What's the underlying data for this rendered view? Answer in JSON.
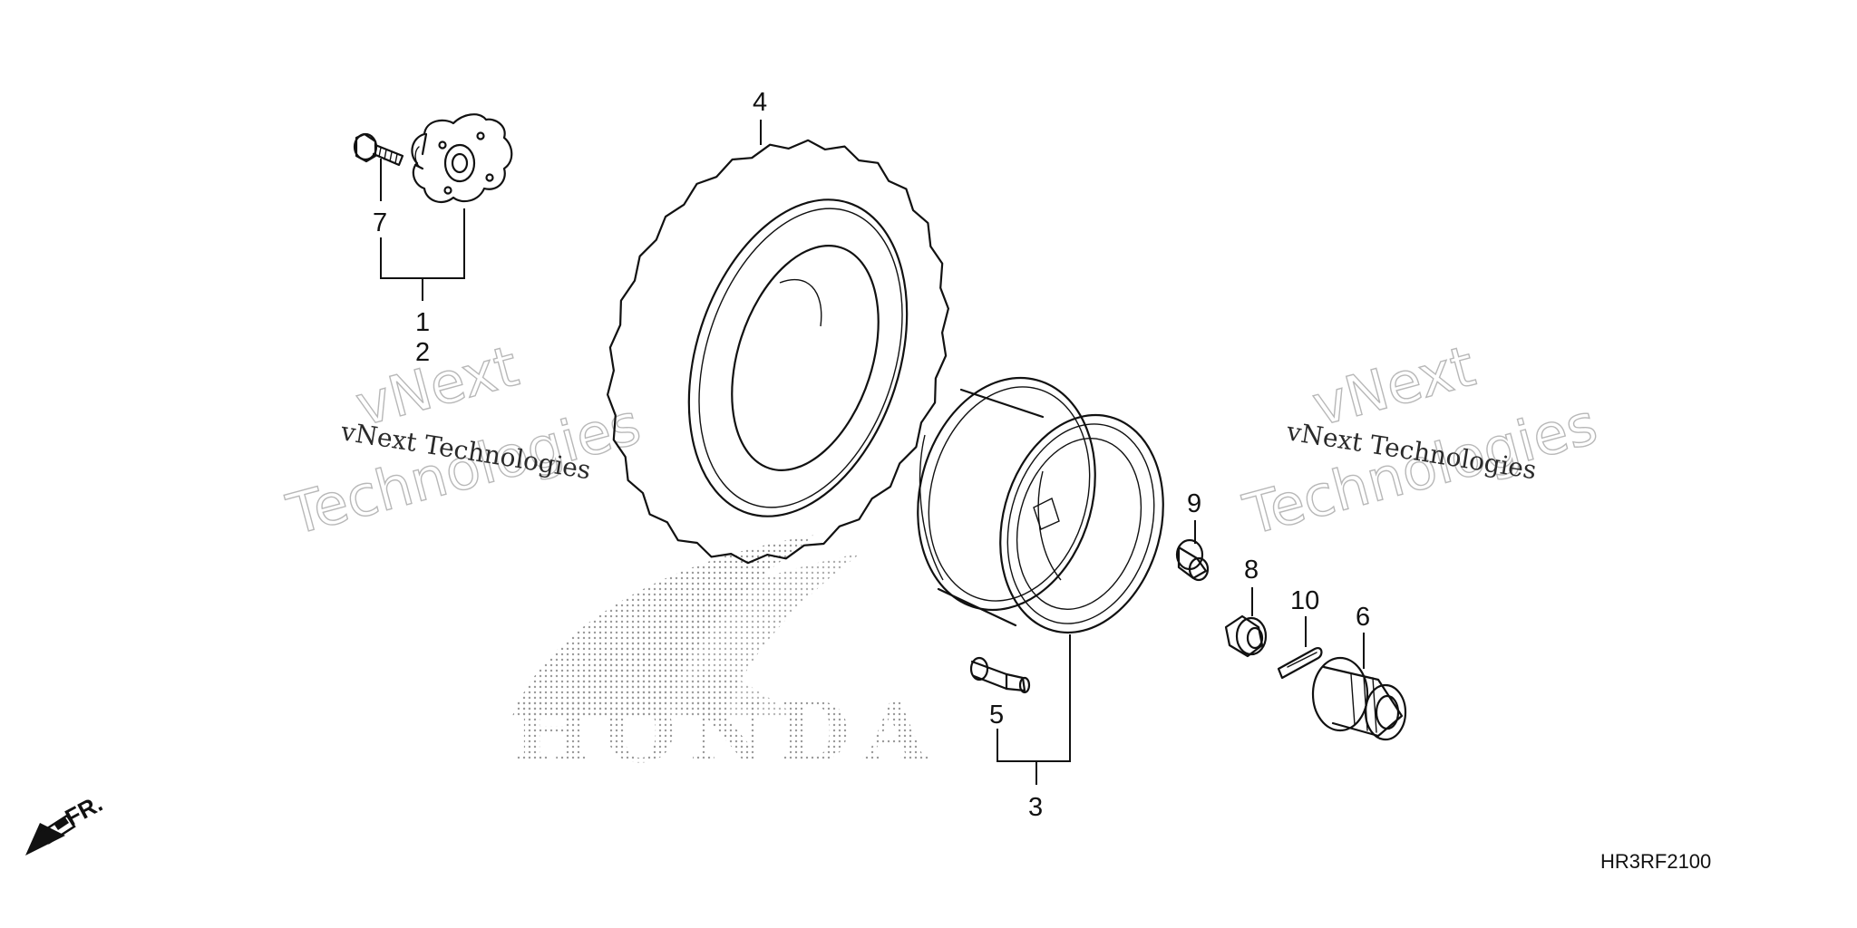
{
  "callouts": [
    {
      "id": "1",
      "label": "1"
    },
    {
      "id": "2",
      "label": "2"
    },
    {
      "id": "3",
      "label": "3"
    },
    {
      "id": "4",
      "label": "4"
    },
    {
      "id": "5",
      "label": "5"
    },
    {
      "id": "6",
      "label": "6"
    },
    {
      "id": "7",
      "label": "7"
    },
    {
      "id": "8",
      "label": "8"
    },
    {
      "id": "9",
      "label": "9"
    },
    {
      "id": "10",
      "label": "10"
    }
  ],
  "diagram_code": "HR3RF2100",
  "direction_label": "FR.",
  "watermark": {
    "line1": "vNext",
    "line2": "Technologies",
    "small": "vNext Technologies"
  },
  "brand": "HONDA",
  "colors": {
    "line": "#111111",
    "watermark": "#b8b8b8",
    "brand_dots": "#9a9a9a"
  }
}
